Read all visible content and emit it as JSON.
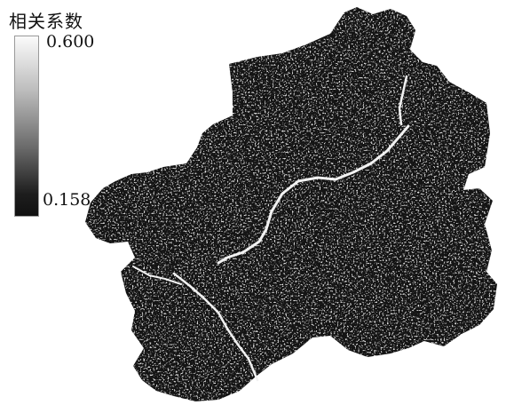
{
  "legend": {
    "title": "相关系数",
    "max_label": "0.600",
    "min_label": "0.158"
  },
  "colors": {
    "region_fill": "#141414",
    "high_value": "#ffffff",
    "background": "#ffffff"
  }
}
